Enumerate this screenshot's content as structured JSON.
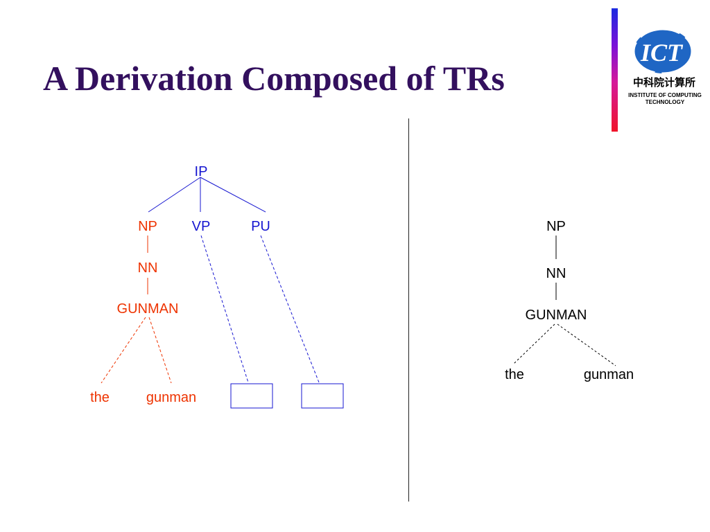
{
  "title": "A Derivation Composed of TRs",
  "logo": {
    "mark": "ICT",
    "name_cn": "中科院计算所",
    "name_en_line1": "INSTITUTE OF COMPUTING",
    "name_en_line2": "TECHNOLOGY"
  },
  "left_tree": {
    "root": "IP",
    "children": [
      "NP",
      "VP",
      "PU"
    ],
    "np_child": "NN",
    "nn_child": "GUNMAN",
    "leaves": [
      "the",
      "gunman"
    ]
  },
  "right_tree": {
    "root": "NP",
    "child": "NN",
    "grandchild": "GUNMAN",
    "leaves": [
      "the",
      "gunman"
    ]
  },
  "colors": {
    "title": "#33105e",
    "tree_blue": "#1515d0",
    "tree_red": "#ee3300",
    "black": "#000000"
  }
}
